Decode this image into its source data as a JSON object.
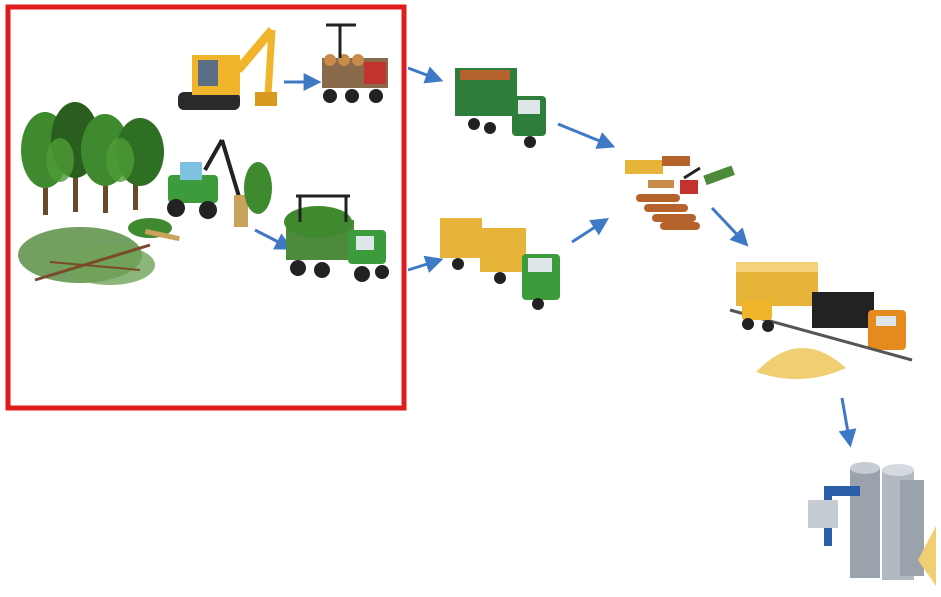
{
  "diagram": {
    "highlight_color": "#e01b1b",
    "arrow_color": "#3f79c6",
    "palette": {
      "tree_green": "#3f8a2e",
      "tree_dark": "#2a5e1f",
      "excavator_yellow": "#f0b52a",
      "forwarder_green": "#3c9b3a",
      "forwarder_red": "#c2322e",
      "truck_green": "#2f7d3b",
      "truck_yellow": "#e7b43a",
      "rail_orange": "#e58a1c",
      "chip_pile": "#f0cf72",
      "plant_steel": "#9aa2ab",
      "plant_blue": "#2b5ea9"
    },
    "stages": [
      {
        "id": "harvest-site",
        "icon": "forest-harvest-icon",
        "highlighted": true
      },
      {
        "id": "road-transport",
        "icon": "truck-icon"
      },
      {
        "id": "terminal",
        "icon": "log-terminal-icon"
      },
      {
        "id": "rail-transport",
        "icon": "train-icon"
      },
      {
        "id": "conversion-plant",
        "icon": "power-plant-icon"
      }
    ]
  }
}
